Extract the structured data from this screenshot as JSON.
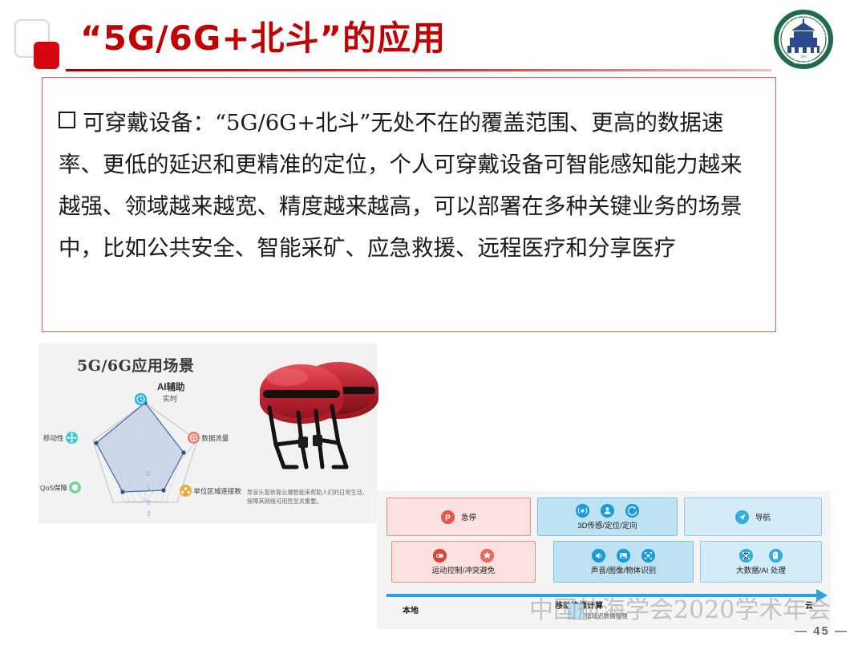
{
  "slide": {
    "title": "“5G/6G+北斗”的应用",
    "page_number": "— 45 —",
    "watermark": "中国航海学会2020学术年会",
    "logo_alt": "武汉大学校徽",
    "accent_red": "#c00000",
    "accent_blue": "#1a9bd7"
  },
  "textbox": {
    "body": "可穿戴设备：“5G/6G+北斗”无处不在的覆盖范围、更高的数据速率、更低的延迟和更精准的定位，个人可穿戴设备可智能感知能力越来越强、领域越来越宽、精度越来越高，可以部署在多种关键业务的场景中，比如公共安全、智能采矿、应急救援、远程医疗和分享医疗"
  },
  "radar_panel": {
    "title": "5G/6G应用场景",
    "center_label": "AI辅助",
    "caption": "导盲头盔依靠云端智能来帮助人们的日常生活，保障其网络可用性至关重要。",
    "image_alt": "两顶红色智能头盔"
  },
  "chart_data": {
    "type": "radar",
    "title": "5G/6G应用场景",
    "categories": [
      "实时",
      "数据流量",
      "单位区域连接数",
      "QoS保障",
      "移动性"
    ],
    "category_colors": [
      "#1a9bd7",
      "#e0574c",
      "#e8a33d",
      "#5fbd7f",
      "#35c6d8"
    ],
    "tick_labels": [
      "0",
      "1",
      "2",
      "3"
    ],
    "rmin": 0,
    "rmax": 3,
    "series": [
      {
        "name": "5G/6G应用场景",
        "values": [
          3,
          2.35,
          1.9,
          2.6,
          2.55
        ]
      }
    ],
    "outer_ring": [
      3,
      3,
      3,
      3,
      3
    ],
    "fill": "#c6d3e8",
    "stroke": "#4a6fa5",
    "grid": true,
    "legend": "none"
  },
  "architecture": {
    "rows": [
      {
        "boxes": [
          {
            "id": "emergency-stop",
            "label": "急停",
            "style": "red",
            "layout": "inline",
            "icons": [
              "parking-p-icon"
            ]
          },
          {
            "id": "3d-sensing",
            "label": "3D传感/定位/定向",
            "style": "blue",
            "layout": "stacked",
            "icons": [
              "radar-wave-icon",
              "person-locate-icon",
              "compass-icon"
            ]
          },
          {
            "id": "navigation",
            "label": "导航",
            "style": "blue2",
            "layout": "inline",
            "icons": [
              "paper-plane-icon"
            ]
          }
        ]
      },
      {
        "boxes": [
          {
            "id": "motion-control",
            "label": "运动控制/冲突避免",
            "style": "red",
            "layout": "stacked",
            "icons": [
              "brake-icon",
              "collision-icon"
            ]
          },
          {
            "id": "recognition",
            "label": "声音/图像/物体识别",
            "style": "blue",
            "layout": "stacked",
            "icons": [
              "speaker-icon",
              "image-icon",
              "scan-frame-icon"
            ]
          },
          {
            "id": "bigdata-ai",
            "label": "大数据/AI 处理",
            "style": "blue2",
            "layout": "stacked",
            "icons": [
              "neural-net-icon",
              "brain-icon"
            ]
          }
        ]
      }
    ],
    "axis": {
      "left": "本地",
      "middle": "移动边缘计算",
      "middle_sub": "/低延迟数据增强",
      "right": "云"
    }
  }
}
